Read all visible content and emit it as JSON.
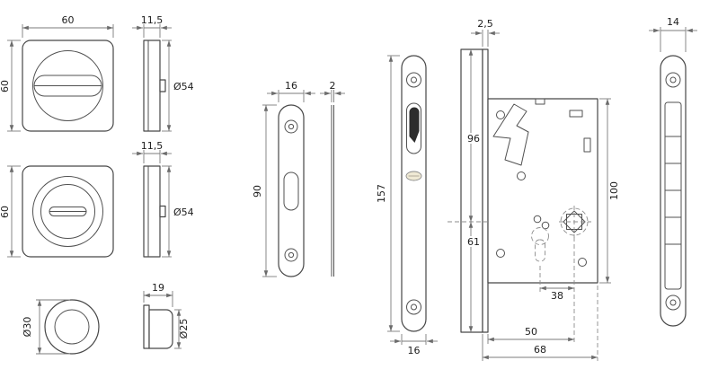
{
  "colors": {
    "line": "#474747",
    "dimension": "#7b7b7b",
    "background": "#ffffff",
    "dark_detail": "#2d2d2d",
    "badge": "#efe9d4"
  },
  "parts": {
    "thumbturn_rose_front": {
      "width_label": "60",
      "height_label": "60"
    },
    "thumbturn_rose_side": {
      "depth_label": "11,5",
      "diameter_label": "Ø54"
    },
    "release_rose_front": {
      "height_label": "60"
    },
    "release_rose_side": {
      "depth_label": "11,5",
      "diameter_label": "Ø54"
    },
    "finger_pull_front": {
      "diameter_label": "Ø30"
    },
    "finger_pull_side": {
      "depth_label": "19",
      "diameter_label": "Ø25"
    },
    "strike_plate": {
      "width_label": "16",
      "height_label": "90",
      "thickness_label": "2"
    },
    "lock_faceplate": {
      "height_label": "157",
      "width_label": "16"
    },
    "lock_body": {
      "faceplate_thickness_label": "2,5",
      "top_to_spindle_label": "96",
      "spindle_to_bottom_label": "61",
      "case_height_label": "100",
      "cylinder_spacing_label": "38",
      "backset_label": "50",
      "case_depth_label": "68"
    },
    "lock_edge_view": {
      "width_label": "14"
    }
  }
}
